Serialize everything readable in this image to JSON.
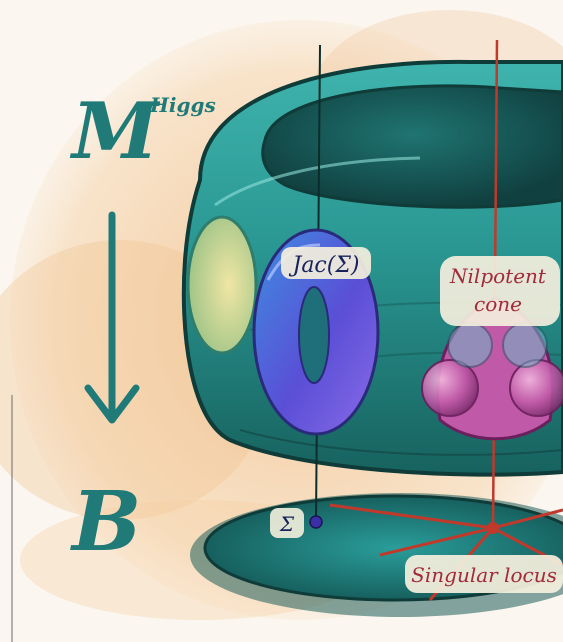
{
  "labels": {
    "total_space": "M",
    "total_space_superscript": "Higgs",
    "base": "B",
    "fiber": "Jac(Σ)",
    "nilpotent_line1": "Nilpotent",
    "nilpotent_line2": "cone",
    "curve": "Σ",
    "singular": "Singular locus"
  },
  "colors": {
    "teal": "#2a9d9a",
    "teal_dark": "#14514f",
    "purple": "#5a4fd6",
    "pink": "#c05aa8",
    "red_line": "#c0392b",
    "label_text": "#a32a3a",
    "paint_wash": "#f3c89a"
  }
}
